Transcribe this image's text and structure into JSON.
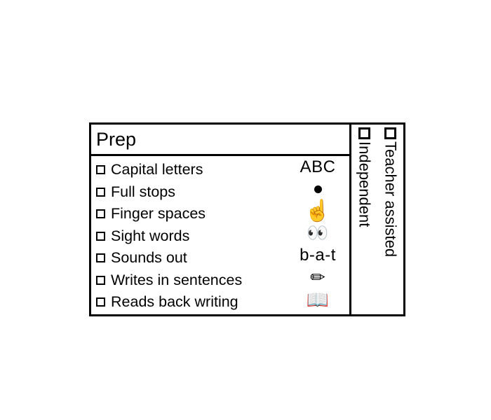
{
  "card": {
    "title": "Prep"
  },
  "checklist": {
    "items": [
      {
        "label": "Capital letters",
        "icon_name": "abc-text-icon",
        "icon_kind": "text",
        "icon_text": "ABC"
      },
      {
        "label": "Full stops",
        "icon_name": "full-stop-dot-icon",
        "icon_kind": "dot",
        "icon_text": ""
      },
      {
        "label": "Finger spaces",
        "icon_name": "pointing-hand-icon",
        "icon_kind": "glyph",
        "icon_text": "☝"
      },
      {
        "label": "Sight words",
        "icon_name": "eyes-icon",
        "icon_kind": "glyph",
        "icon_text": "👀"
      },
      {
        "label": "Sounds out",
        "icon_name": "bat-phonics-icon",
        "icon_kind": "text",
        "icon_text": "b-a-t"
      },
      {
        "label": "Writes in sentences",
        "icon_name": "pencil-icon",
        "icon_kind": "glyph",
        "icon_text": "✏"
      },
      {
        "label": "Reads back writing",
        "icon_name": "open-book-icon",
        "icon_kind": "glyph",
        "icon_text": "📖"
      }
    ]
  },
  "status_columns": [
    {
      "label": "Independent",
      "checked": false
    },
    {
      "label": "Teacher assisted",
      "checked": false
    }
  ],
  "colors": {
    "ink": "#000000",
    "paper": "#ffffff"
  }
}
